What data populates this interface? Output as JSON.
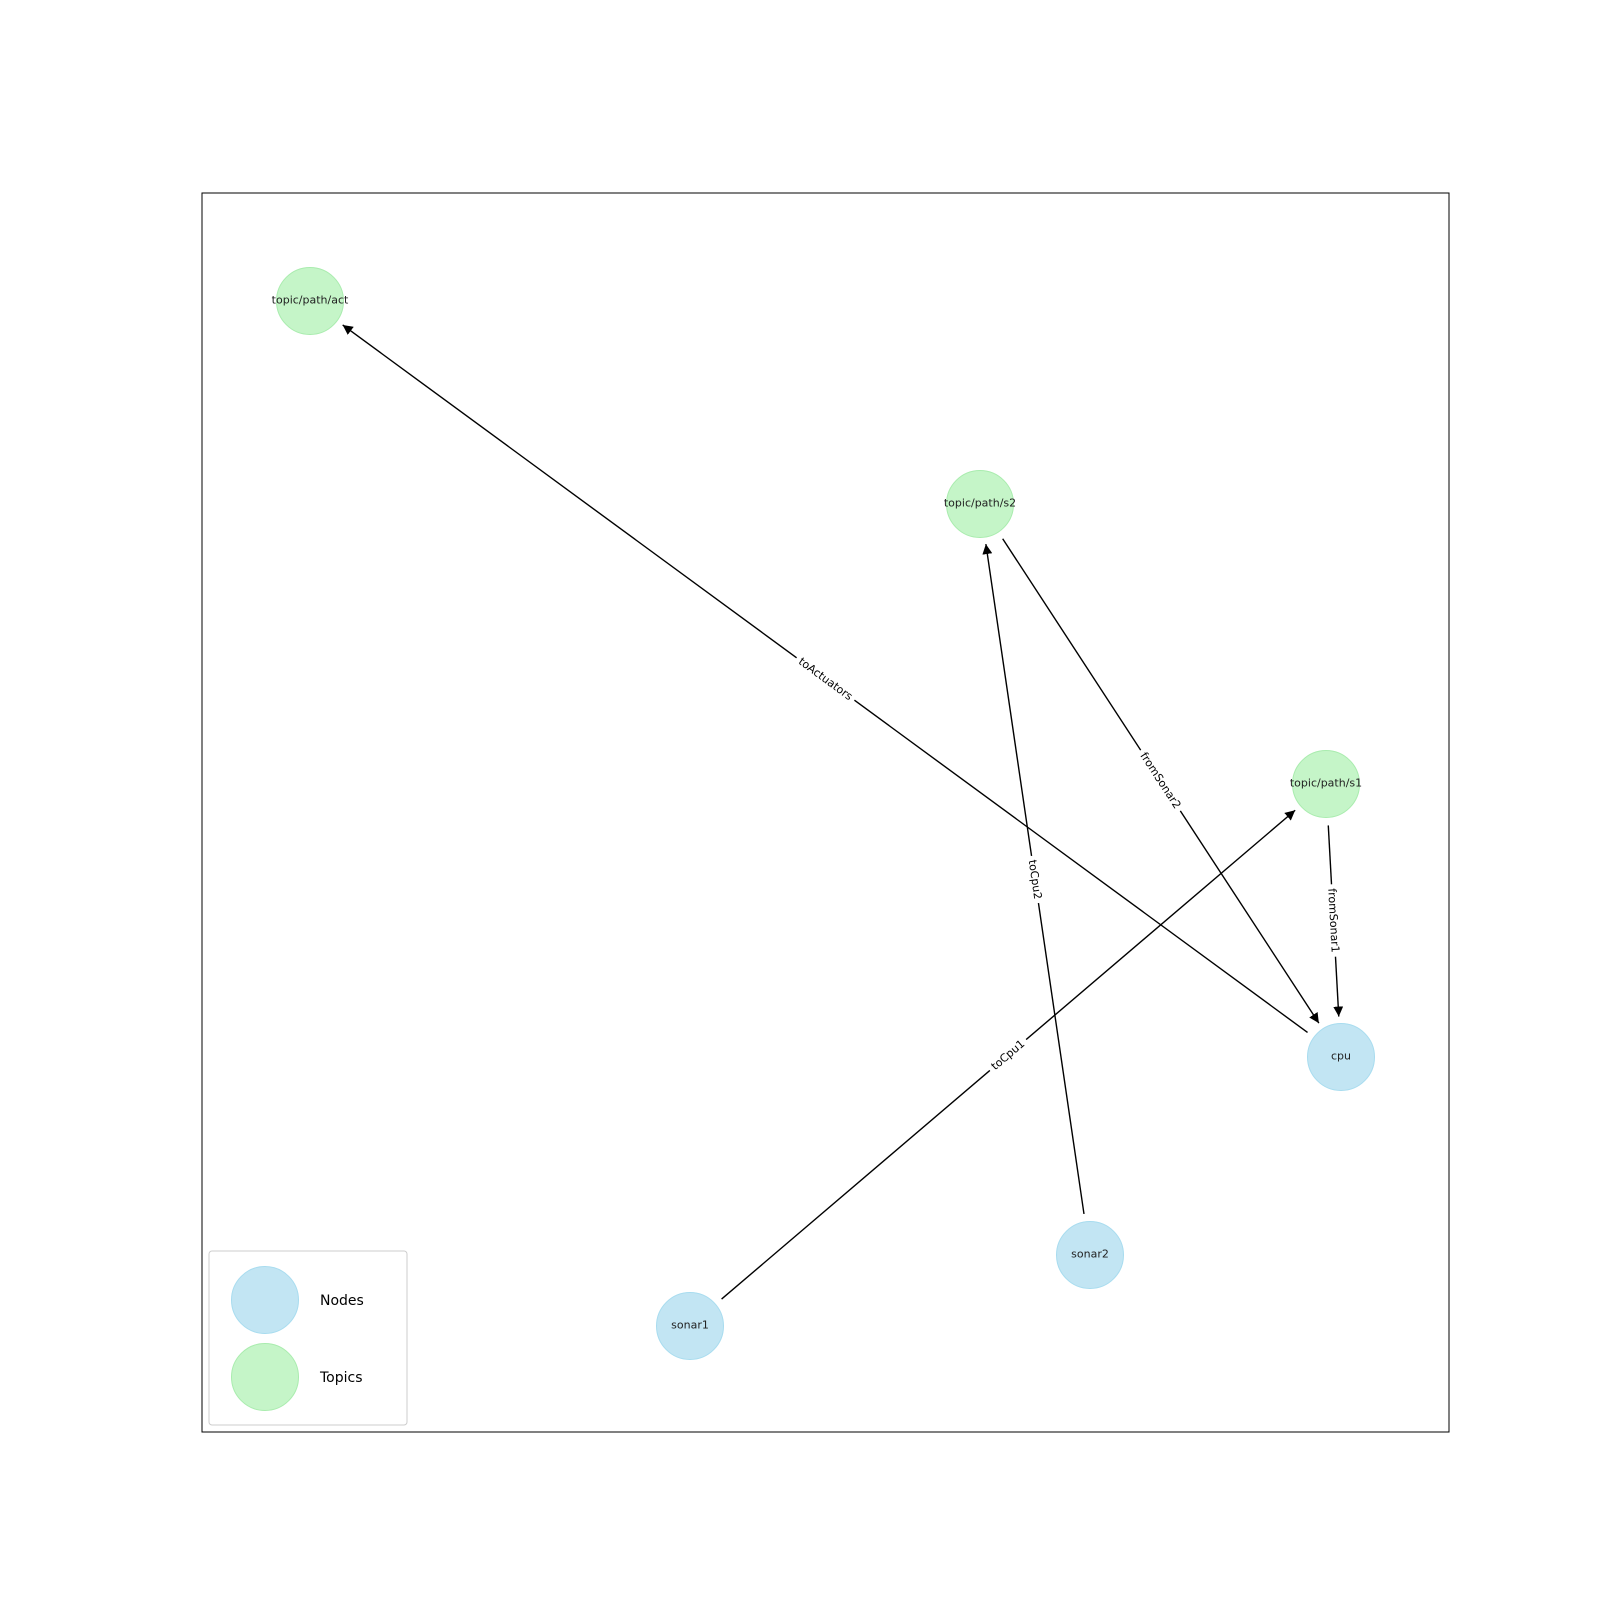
{
  "graph": {
    "colors": {
      "node_fill": "#c2e5f3",
      "node_stroke": "#a8dcef",
      "topic_fill": "#c5f5c8",
      "topic_stroke": "#a9ecae",
      "edge": "#000000",
      "frame": "#000000"
    },
    "nodes": [
      {
        "id": "sonar1",
        "label": "sonar1",
        "kind": "node"
      },
      {
        "id": "sonar2",
        "label": "sonar2",
        "kind": "node"
      },
      {
        "id": "cpu",
        "label": "cpu",
        "kind": "node"
      },
      {
        "id": "s1",
        "label": "topic/path/s1",
        "kind": "topic"
      },
      {
        "id": "s2",
        "label": "topic/path/s2",
        "kind": "topic"
      },
      {
        "id": "act",
        "label": "topic/path/act",
        "kind": "topic"
      }
    ],
    "edges": [
      {
        "from": "sonar1",
        "to": "s1",
        "label": "toCpu1"
      },
      {
        "from": "sonar2",
        "to": "s2",
        "label": "toCpu2"
      },
      {
        "from": "s1",
        "to": "cpu",
        "label": "fromSonar1"
      },
      {
        "from": "s2",
        "to": "cpu",
        "label": "fromSonar2"
      },
      {
        "from": "cpu",
        "to": "act",
        "label": "toActuators"
      }
    ],
    "legend": {
      "position": "lower-left",
      "items": [
        {
          "label": "Nodes",
          "kind": "node"
        },
        {
          "label": "Topics",
          "kind": "topic"
        }
      ]
    }
  }
}
